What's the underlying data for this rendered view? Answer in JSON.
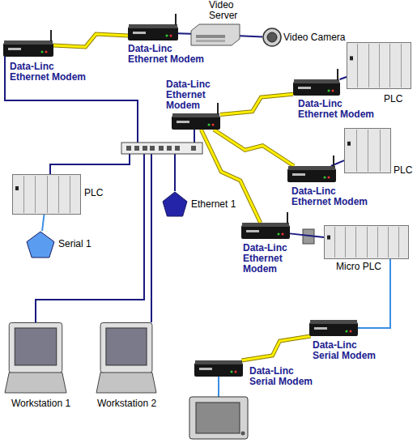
{
  "diagram": {
    "nodes": [
      {
        "text": [
          "Video Server"
        ]
      },
      {
        "text": [
          "Video Camera"
        ]
      },
      {
        "text": [
          "Data-Linc Ethernet Modem"
        ]
      },
      {
        "text": [
          "Data-Linc Ethernet Modem"
        ]
      },
      {
        "text": [
          "Data-Linc Ethernet Modem"
        ]
      },
      {
        "text": [
          "PLC"
        ]
      },
      {
        "text": [
          "Data-Linc Ethernet Modem"
        ]
      },
      {
        "text": [
          "PLC"
        ]
      },
      {
        "text": [
          "Data-Linc Ethernet Modem"
        ]
      },
      {
        "text": [
          "Data-Linc Ethernet Modem"
        ]
      },
      {
        "text": [
          "Micro PLC"
        ]
      },
      {
        "text": [
          "Data-Linc Serial Modem"
        ]
      },
      {
        "text": [
          "Data-Linc Serial Modem"
        ]
      },
      {
        "text": [
          "PLC"
        ]
      },
      {
        "text": [
          "Serial 1"
        ]
      },
      {
        "text": [
          "Ethernet 1"
        ]
      },
      {
        "text": [
          "Workstation 1"
        ]
      },
      {
        "text": [
          "Workstation 2"
        ]
      }
    ],
    "edges": [
      {
        "from": 3,
        "to": 2,
        "arrow": "none"
      },
      {
        "from": 2,
        "to": 0,
        "arrow": "none"
      },
      {
        "from": 0,
        "to": 1,
        "arrow": "none"
      },
      {
        "from": 4,
        "to": 6,
        "arrow": "none"
      },
      {
        "from": 6,
        "to": 5,
        "arrow": "none"
      },
      {
        "from": 4,
        "to": 8,
        "arrow": "none"
      },
      {
        "from": 8,
        "to": 7,
        "arrow": "none"
      },
      {
        "from": 4,
        "to": 9,
        "arrow": "none"
      },
      {
        "from": 9,
        "to": 10,
        "arrow": "none"
      },
      {
        "from": 10,
        "to": 11,
        "arrow": "none"
      },
      {
        "from": 11,
        "to": 12,
        "arrow": "none"
      },
      {
        "from": 13,
        "to": 14,
        "arrow": "none"
      }
    ]
  }
}
